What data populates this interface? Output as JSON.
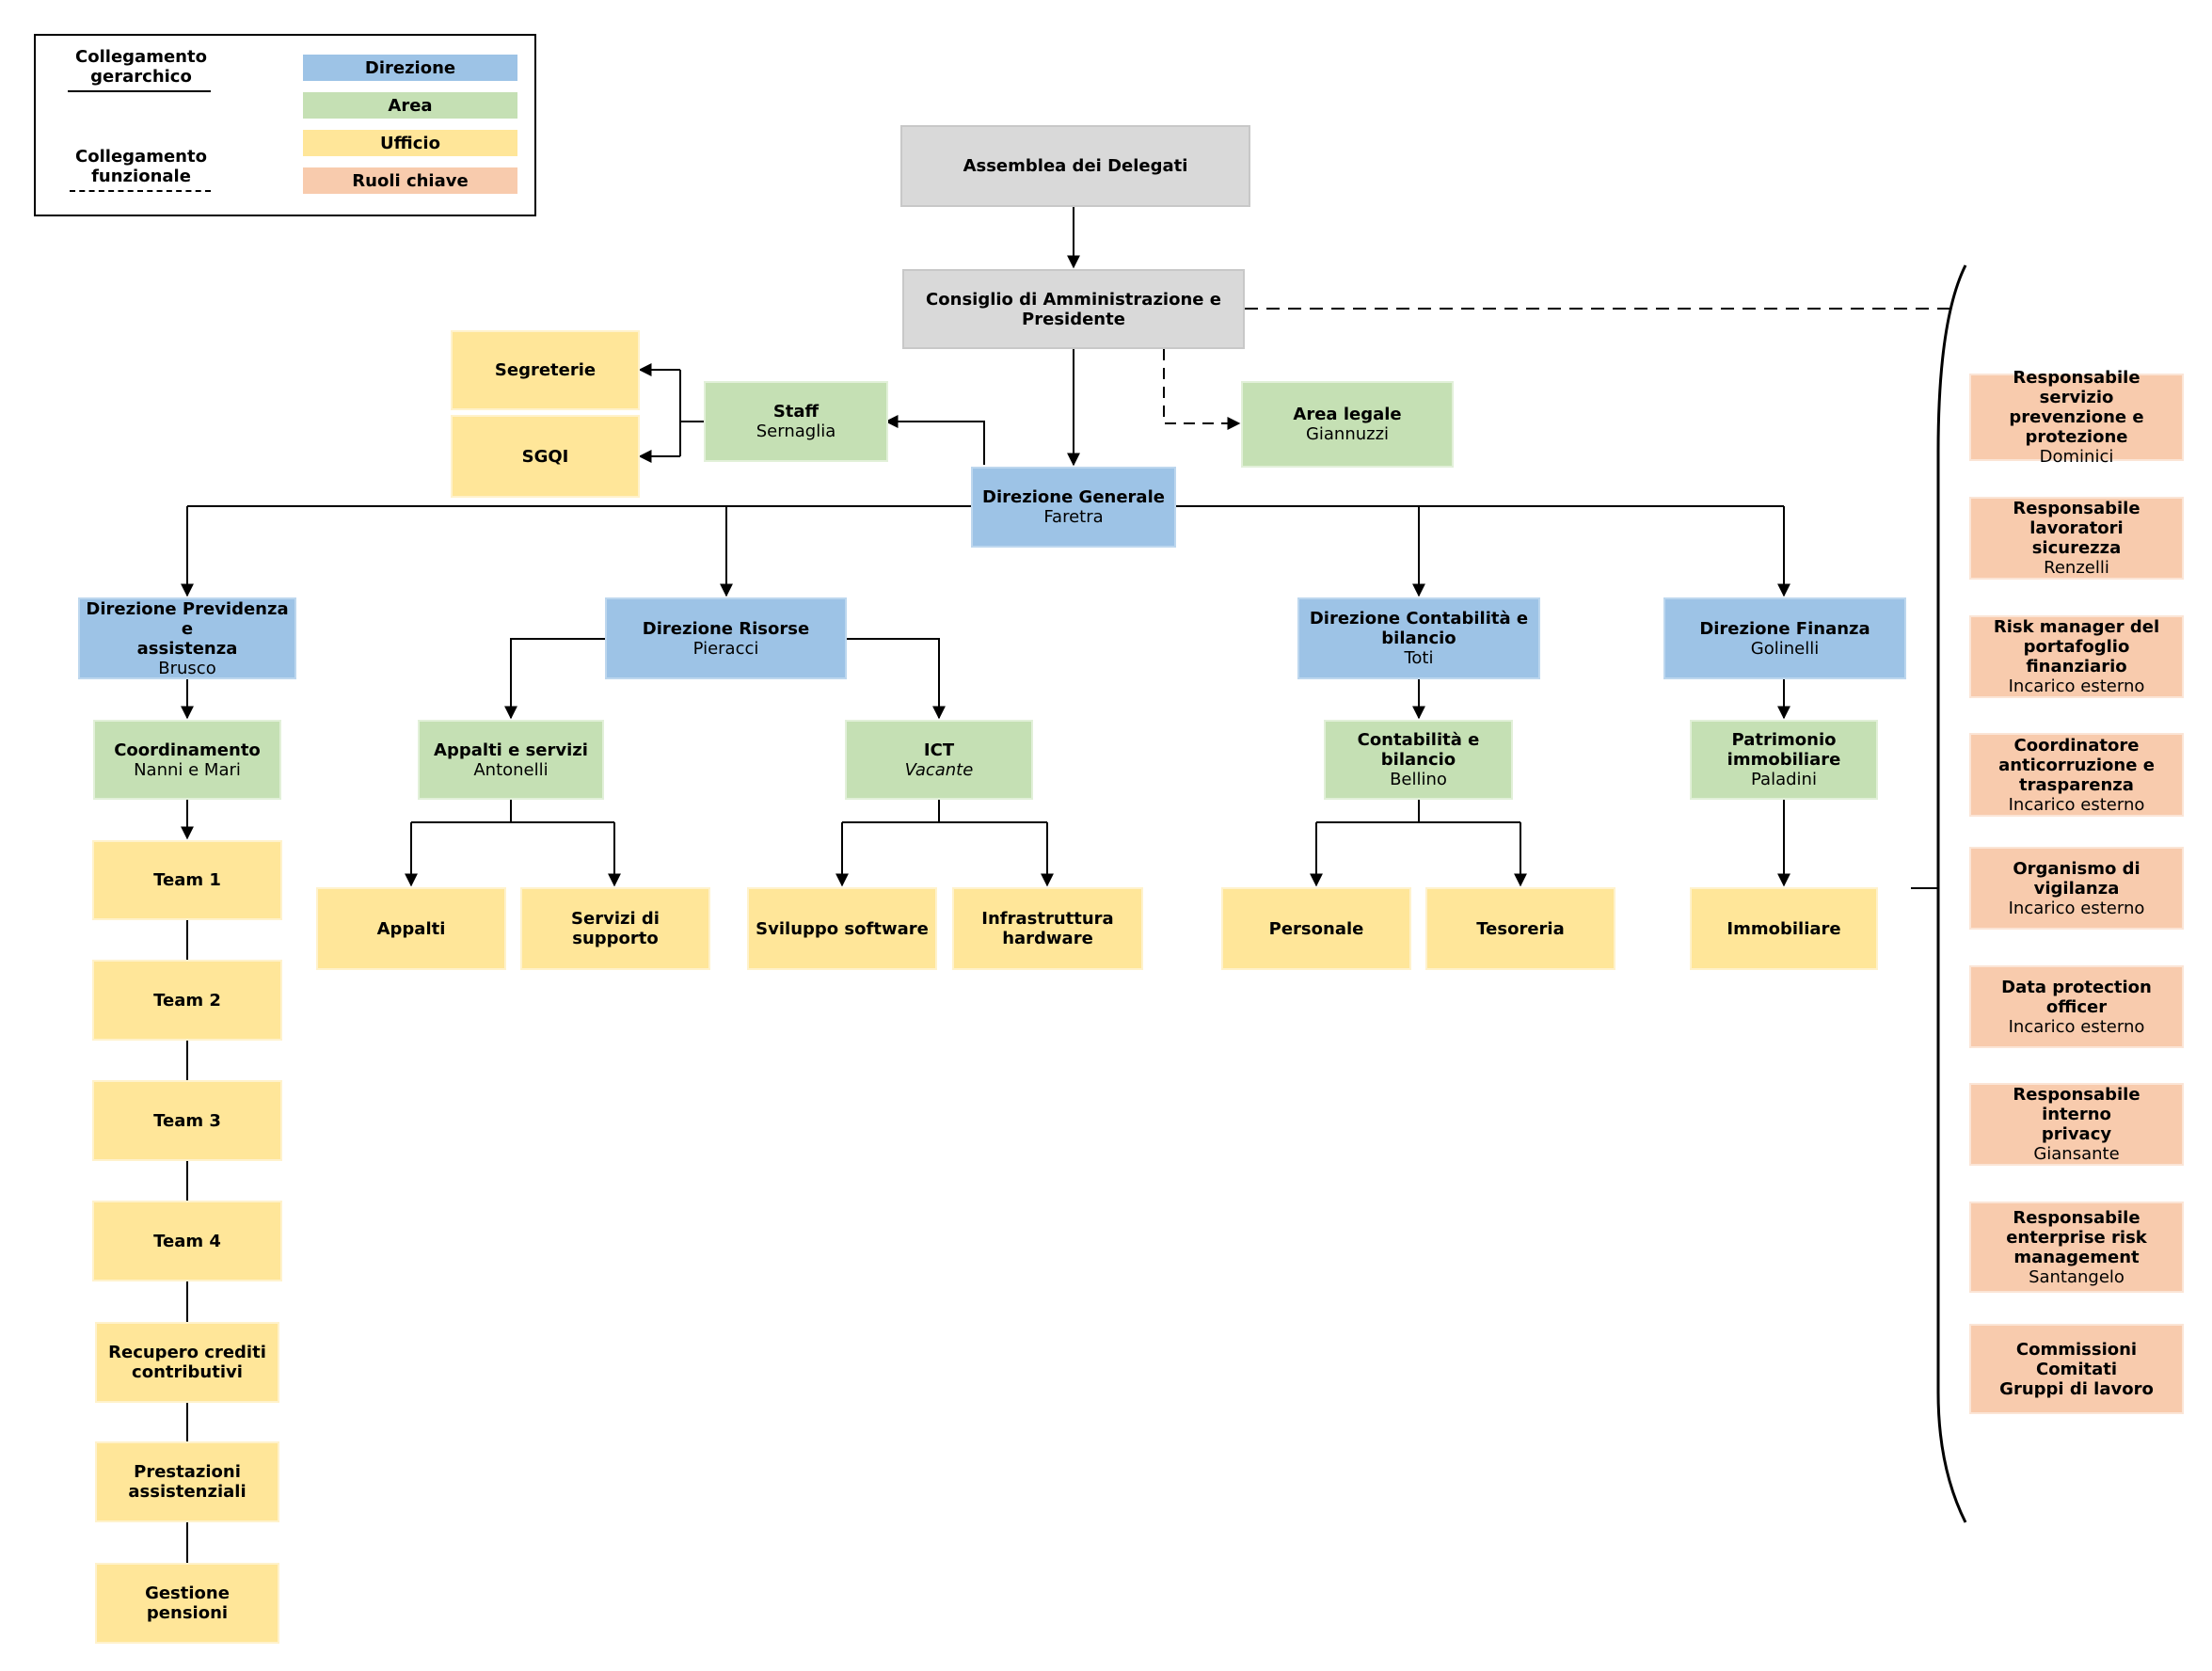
{
  "legend": {
    "hierarchical": "Collegamento\ngerarchico",
    "functional": "Collegamento\nfunzionale",
    "items": [
      {
        "label": "Direzione",
        "color": "#9dc3e6"
      },
      {
        "label": "Area",
        "color": "#c5e0b4"
      },
      {
        "label": "Ufficio",
        "color": "#ffe699"
      },
      {
        "label": "Ruoli chiave",
        "color": "#f8cbad"
      }
    ]
  },
  "colors": {
    "direzione": "#9dc3e6",
    "area": "#c5e0b4",
    "ufficio": "#ffe699",
    "ruoli_chiave": "#f8cbad",
    "organi": "#d9d9d9"
  },
  "nodes": {
    "assemblea": {
      "title": "Assemblea dei Delegati"
    },
    "consiglio": {
      "title": "Consiglio di Amministrazione e\nPresidente"
    },
    "segreterie": {
      "title": "Segreterie"
    },
    "sgqi": {
      "title": "SGQI"
    },
    "staff": {
      "title": "Staff",
      "sub": "Sernaglia"
    },
    "area_legale": {
      "title": "Area legale",
      "sub": "Giannuzzi"
    },
    "dir_generale": {
      "title": "Direzione Generale",
      "sub": "Faretra"
    },
    "dir_previdenza": {
      "title": "Direzione Previdenza e\nassistenza",
      "sub": "Brusco"
    },
    "dir_risorse": {
      "title": "Direzione Risorse",
      "sub": "Pieracci"
    },
    "dir_contabilita": {
      "title": "Direzione Contabilità e\nbilancio",
      "sub": "Toti"
    },
    "dir_finanza": {
      "title": "Direzione Finanza",
      "sub": "Golinelli"
    },
    "coordinamento": {
      "title": "Coordinamento",
      "sub": "Nanni e Mari"
    },
    "appalti_servizi": {
      "title": "Appalti e servizi",
      "sub": "Antonelli"
    },
    "ict": {
      "title": "ICT",
      "sub": "Vacante"
    },
    "contabilita_bilancio": {
      "title": "Contabilità e\nbilancio",
      "sub": "Bellino"
    },
    "patrimonio": {
      "title": "Patrimonio\nimmobiliare",
      "sub": "Paladini"
    },
    "appalti": {
      "title": "Appalti"
    },
    "servizi_supporto": {
      "title": "Servizi di supporto"
    },
    "sviluppo_software": {
      "title": "Sviluppo software"
    },
    "infrastruttura": {
      "title": "Infrastruttura\nhardware"
    },
    "personale": {
      "title": "Personale"
    },
    "tesoreria": {
      "title": "Tesoreria"
    },
    "immobiliare": {
      "title": "Immobiliare"
    },
    "team1": {
      "title": "Team 1"
    },
    "team2": {
      "title": "Team 2"
    },
    "team3": {
      "title": "Team 3"
    },
    "team4": {
      "title": "Team 4"
    },
    "recupero": {
      "title": "Recupero crediti\ncontributivi"
    },
    "prestazioni": {
      "title": "Prestazioni\nassistenziali"
    },
    "pensioni": {
      "title": "Gestione pensioni"
    }
  },
  "key_roles": [
    {
      "title": "Responsabile servizio\nprevenzione e\nprotezione",
      "sub": "Dominici"
    },
    {
      "title": "Responsabile lavoratori\nsicurezza",
      "sub": "Renzelli"
    },
    {
      "title": "Risk manager del\nportafoglio finanziario",
      "sub": "Incarico esterno"
    },
    {
      "title": "Coordinatore\nanticorruzione e\ntrasparenza",
      "sub": "Incarico esterno"
    },
    {
      "title": "Organismo di vigilanza",
      "sub": "Incarico esterno"
    },
    {
      "title": "Data protection officer",
      "sub": "Incarico esterno"
    },
    {
      "title": "Responsabile interno\nprivacy",
      "sub": "Giansante"
    },
    {
      "title": "Responsabile\nenterprise risk\nmanagement",
      "sub": "Santangelo"
    },
    {
      "title": "Commissioni\nComitati\nGruppi di lavoro"
    }
  ]
}
